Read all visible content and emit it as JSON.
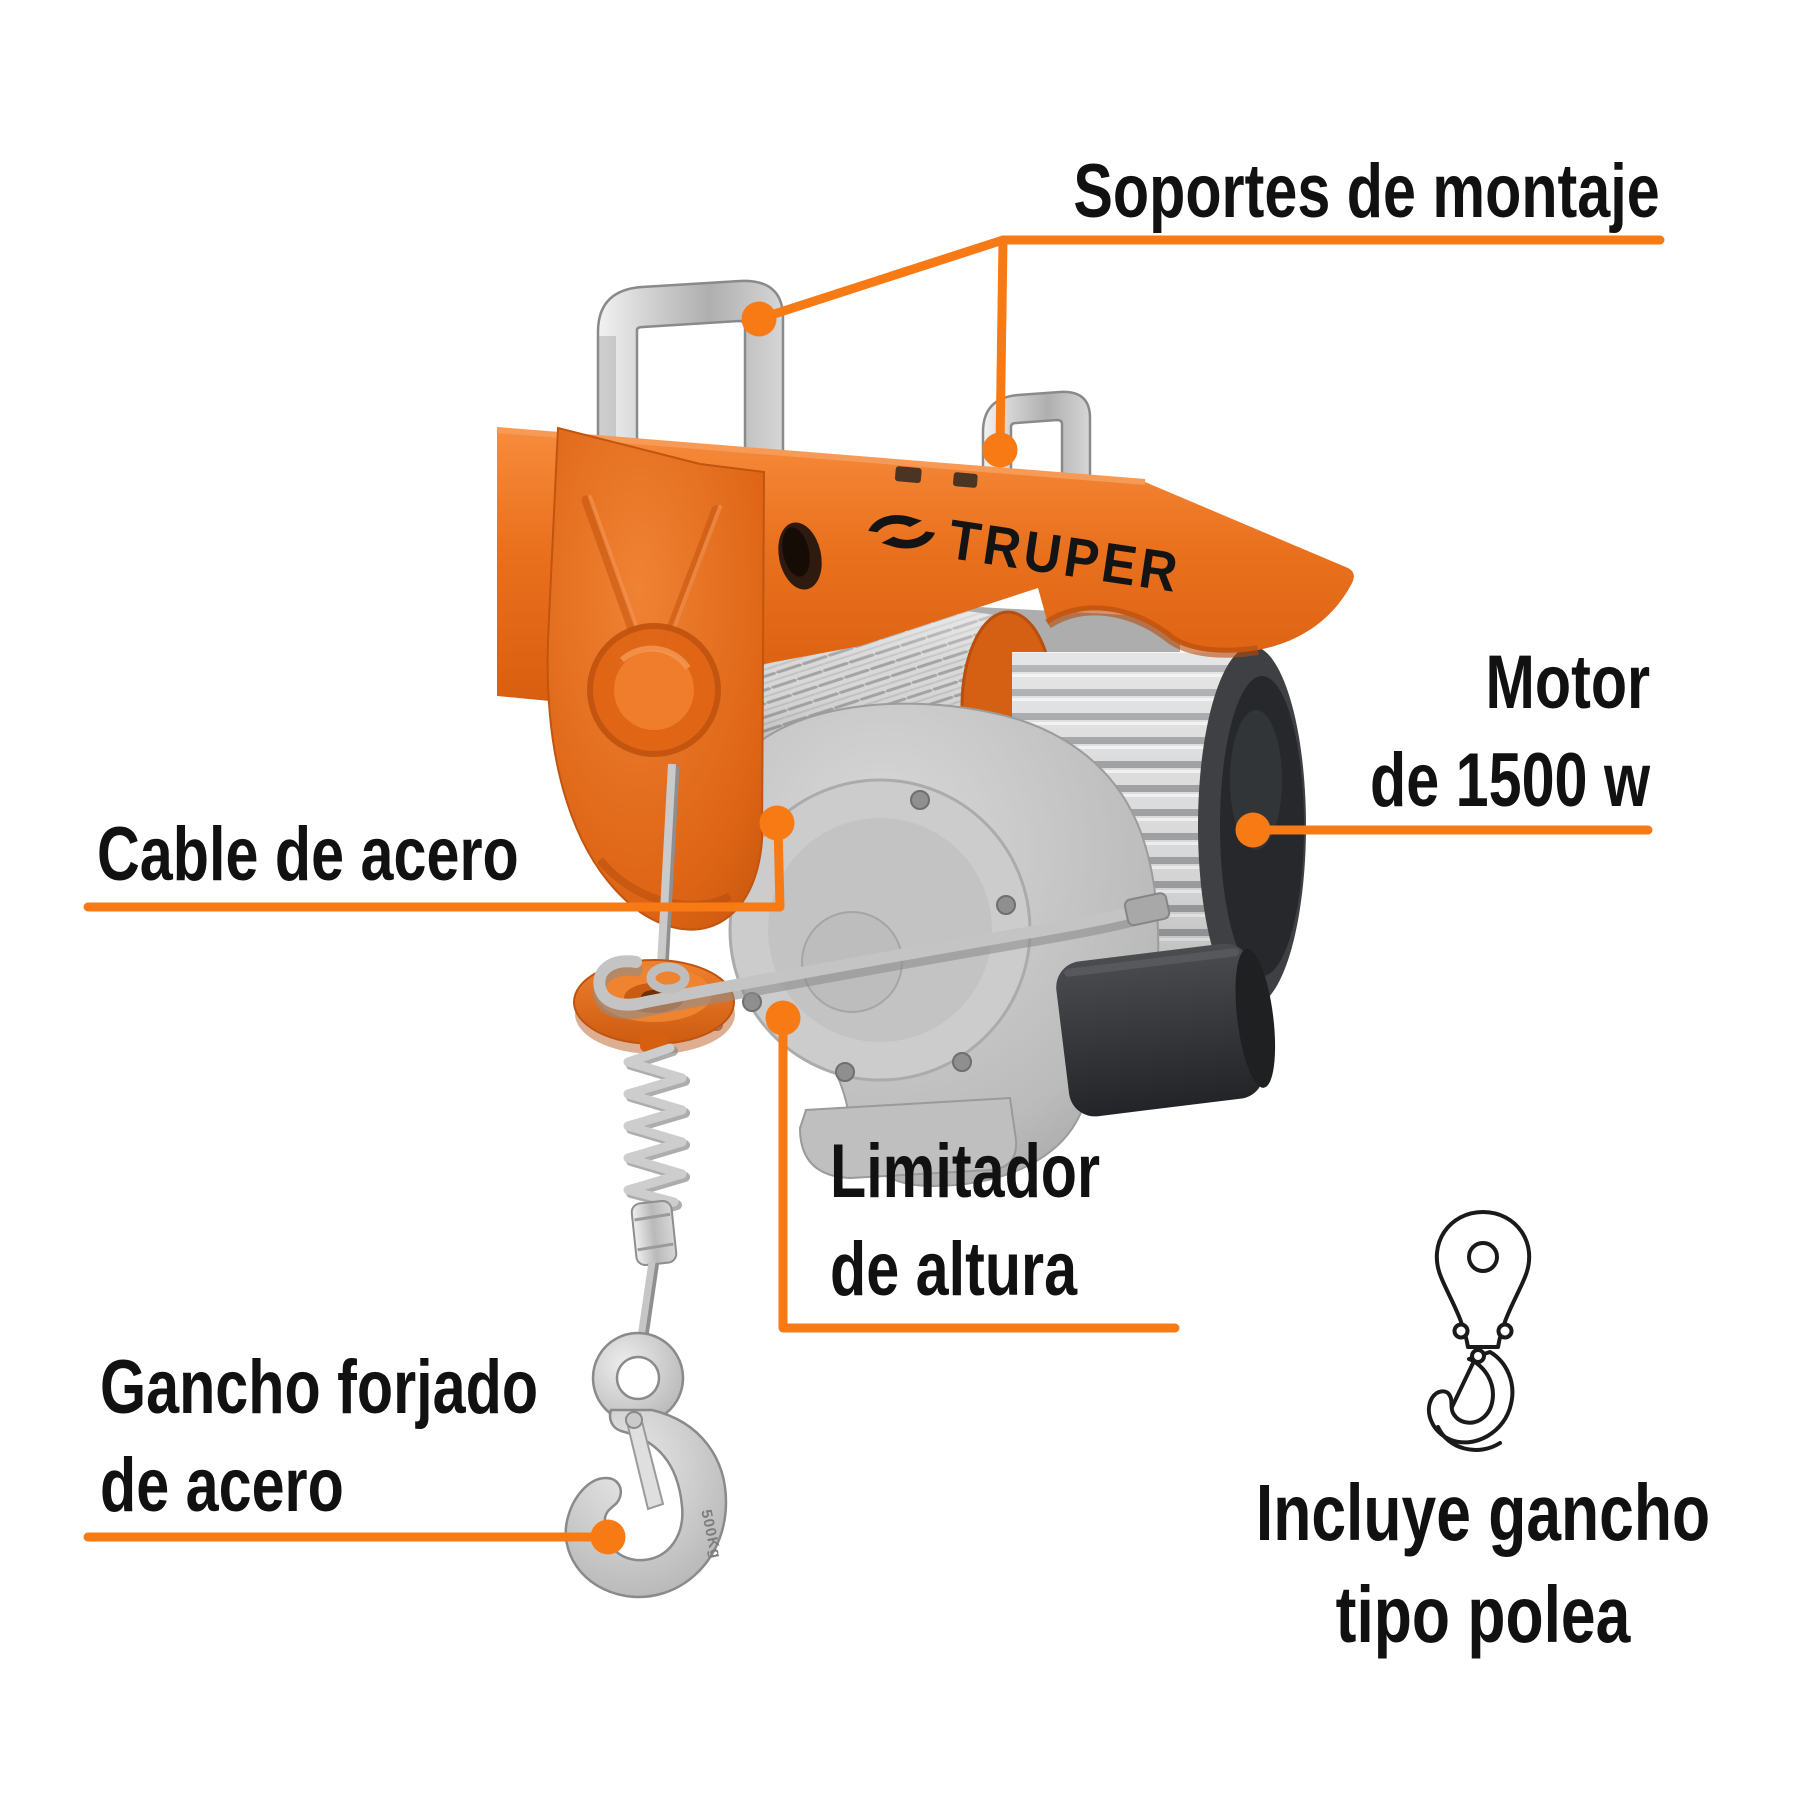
{
  "page": {
    "background": "#FFFFFF",
    "type": "product-feature-diagram"
  },
  "brand": {
    "logo_text": "TRUPER"
  },
  "product": {
    "hook_marking": "500Kg"
  },
  "labels": {
    "soportes": "Soportes de montaje",
    "motor_line1": "Motor",
    "motor_line2": "de 1500 w",
    "cable": "Cable de acero",
    "limitador_line1": "Limitador",
    "limitador_line2": "de altura",
    "gancho_line1": "Gancho forjado",
    "gancho_line2": "de acero",
    "incluye_line1": "Incluye gancho",
    "incluye_line2": "tipo polea"
  },
  "icons": {
    "pulley_hook_icon": "pulley-block-with-hook-line-art",
    "truper_logo_icon": "truper-double-arrow"
  },
  "colors": {
    "callout_orange": "#F87A15",
    "body_orange": "#E96E1B",
    "body_orange_dark": "#D45C10",
    "body_orange_light": "#F28D3F",
    "steel_light": "#DCDCDC",
    "steel_mid": "#B5B5B5",
    "steel_dark": "#8A8A8A",
    "motor_ring": "#3E4043",
    "black_box": "#2A2C2E",
    "label_text": "#111111",
    "line_icon": "#1A1A1A"
  }
}
